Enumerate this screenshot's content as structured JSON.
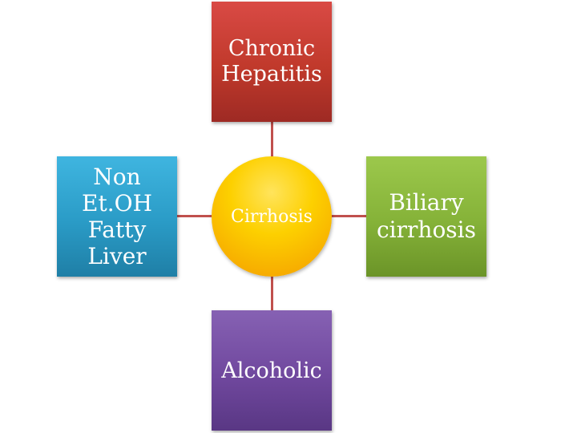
{
  "center": {
    "label": "Cirrhosis"
  },
  "nodes": {
    "top": "Chronic\nHepatitis",
    "left": "Non\nEt.OH\nFatty\nLiver",
    "right": "Biliary\ncirrhosis",
    "bottom": "Alcoholic"
  },
  "colors": {
    "top": "#c0392b",
    "left": "#2a9bc6",
    "right": "#85b238",
    "bottom": "#70489e",
    "center": "#fdd000",
    "connector": "#c0504d"
  }
}
